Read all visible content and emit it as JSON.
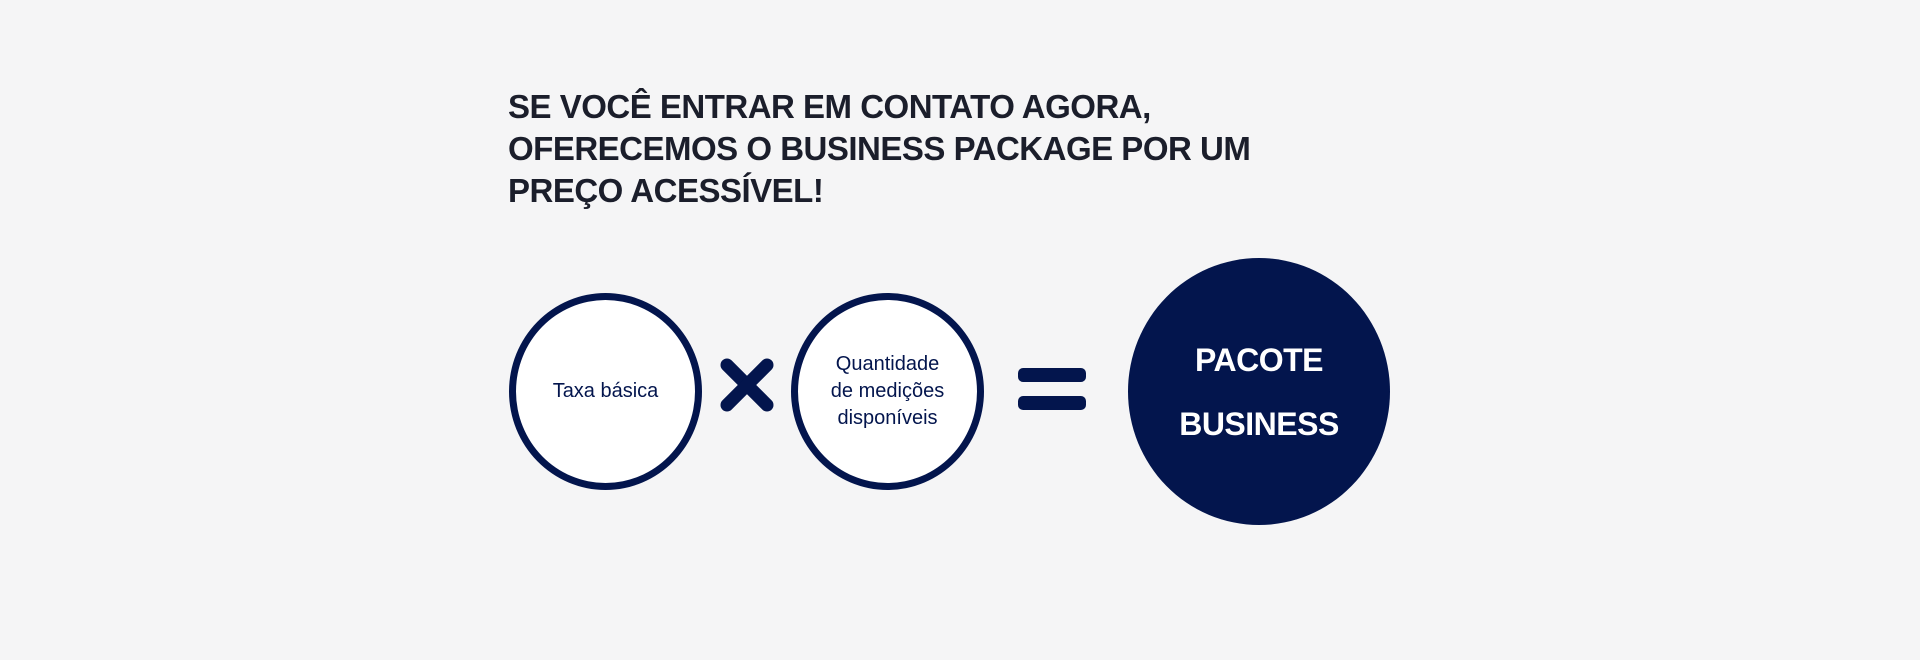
{
  "headline": {
    "lines": [
      "SE VOCÊ ENTRAR EM CONTATO AGORA,",
      "OFERECEMOS O BUSINESS PACKAGE POR UM",
      "PREÇO ACESSÍVEL!"
    ]
  },
  "formula": {
    "base_fee": "Taxa básica",
    "measurements": [
      "Quantidade",
      "de medições",
      "disponíveis"
    ],
    "operator_multiply_icon": "times-icon",
    "operator_equals_icon": "equals-icon",
    "result": [
      "PACOTE",
      "BUSINESS"
    ]
  },
  "colors": {
    "navy": "#03154d",
    "headline_text": "#1b1e2b",
    "background": "#f5f5f6",
    "circle_fill": "#ffffff"
  }
}
